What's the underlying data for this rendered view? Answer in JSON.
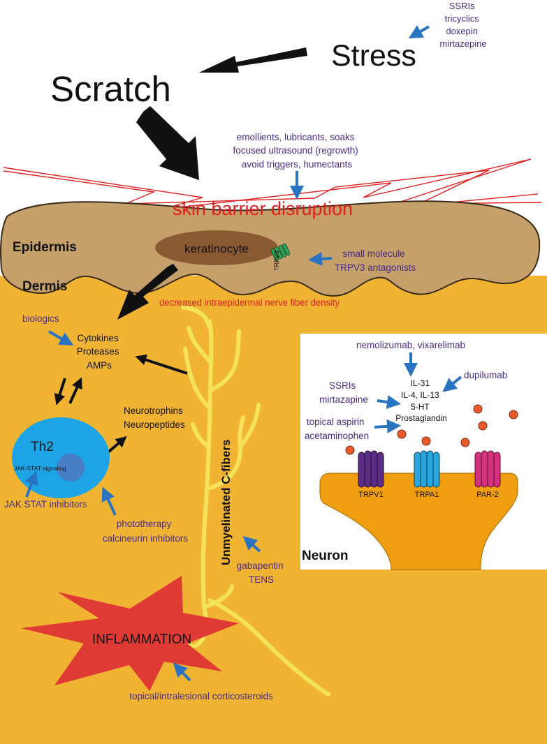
{
  "colors": {
    "dermis": "#f1b432",
    "epidermis": "#c6a06a",
    "keratinocyte": "#8a5a33",
    "th2": "#1da4e6",
    "nerve": "#f4e35a",
    "inflammation": "#e03a35",
    "neuron_body": "#ef9e10",
    "drug_text": "#4a2a86",
    "drug_arrow": "#2a73c0",
    "disruption_text": "#e02020",
    "trpv1": "#5b2d86",
    "trpa1": "#28a6dd",
    "par2": "#d4317e",
    "mediator_dot": "#e8592c"
  },
  "labels": {
    "stress": "Stress",
    "scratch": "Scratch",
    "skin_barrier_disruption": "skin barrier disruption",
    "epidermis": "Epidermis",
    "dermis": "Dermis",
    "keratinocyte": "keratinocyte",
    "trpv3": "TRPV3",
    "decreased_nerve_density": "decreased intraepidermal nerve fiber density",
    "cytokines": "Cytokines",
    "proteases": "Proteases",
    "amps": "AMPs",
    "th2": "Th2",
    "jak_stat_signaling": "JAK-STAT signaling",
    "neurotrophins": "Neurotrophins",
    "neuropeptides": "Neuropeptides",
    "unmyelinated_c_fibers": "Unmyelinated C-fibers",
    "inflammation": "INFLAMMATION",
    "neuron": "Neuron"
  },
  "neuron_panel": {
    "mediators": [
      "IL-31",
      "IL-4, IL-13",
      "5-HT",
      "Prostaglandin"
    ],
    "receptors": [
      "TRPV1",
      "TRPA1",
      "PAR-2"
    ]
  },
  "treatments": {
    "stress": [
      "SSRIs",
      "tricyclics",
      "doxepin",
      "mirtazepine"
    ],
    "barrier": [
      "emollients, lubricants, soaks",
      "focused ultrasound (regrowth)",
      "avoid triggers, humectants"
    ],
    "trpv3": [
      "small molecule",
      "TRPV3 antagonists"
    ],
    "biologics": "biologics",
    "jak": "JAK STAT inhibitors",
    "th2": [
      "phototherapy",
      "calcineurin inhibitors"
    ],
    "nerve": [
      "gabapentin",
      "TENS"
    ],
    "inflammation": "topical/intralesional corticosteroids",
    "il31": "nemolizumab, vixarelimab",
    "il4": "dupilumab",
    "serotonin": [
      "SSRIs",
      "mirtazapine"
    ],
    "prostaglandin": [
      "topical aspirin",
      "acetaminophen"
    ]
  }
}
